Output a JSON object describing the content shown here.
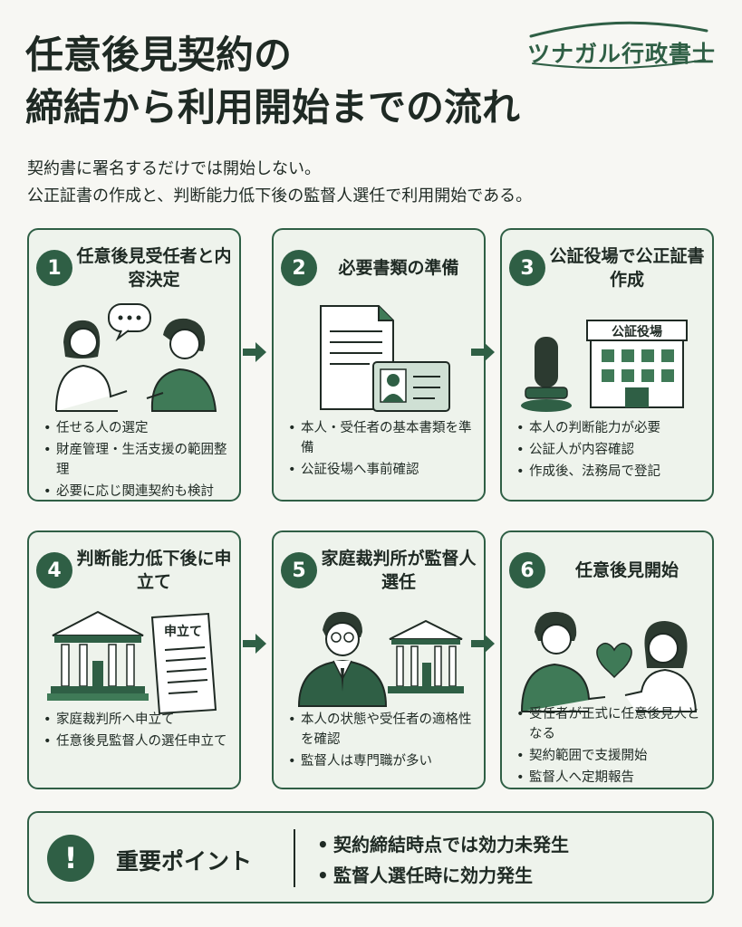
{
  "logo": "ツナガル行政書士",
  "title": [
    "任意後見契約の",
    "締結から利用開始までの流れ"
  ],
  "subtitle": [
    "契約書に署名するだけでは開始しない。",
    "公正証書の作成と、判断能力低下後の監督人選任で利用開始である。"
  ],
  "steps": [
    {
      "number": "1",
      "title": "任意後見受任者と内容決定",
      "icon": "two-people-talking",
      "bullets": [
        "任せる人の選定",
        "財産管理・生活支援の範囲整理",
        "必要に応じ関連契約も検討"
      ]
    },
    {
      "number": "2",
      "title": "必要書類の準備",
      "icon": "document-and-id-card",
      "bullets": [
        "本人・受任者の基本書類を準備",
        "公証役場へ事前確認"
      ]
    },
    {
      "number": "3",
      "title": "公証役場で公正証書作成",
      "icon": "notary-office-and-seal",
      "sign": "公証役場",
      "bullets": [
        "本人の判断能力が必要",
        "公証人が内容確認",
        "作成後、法務局で登記"
      ]
    },
    {
      "number": "4",
      "title": "判断能力低下後に申立て",
      "icon": "court-and-petition",
      "doc_label": "申立て",
      "bullets": [
        "家庭裁判所へ申立て",
        "任意後見監督人の選任申立て"
      ]
    },
    {
      "number": "5",
      "title": "家庭裁判所が監督人選任",
      "icon": "supervisor-and-court",
      "bullets": [
        "本人の状態や受任者の適格性を確認",
        "監督人は専門職が多い"
      ]
    },
    {
      "number": "6",
      "title": "任意後見開始",
      "icon": "people-sharing-heart",
      "bullets": [
        "受任者が正式に任意後見人となる",
        "契約範囲で支援開始",
        "監督人へ定期報告"
      ]
    }
  ],
  "key_points": {
    "icon": "!",
    "label": "重要ポイント",
    "items": [
      "契約締結時点では効力未発生",
      "監督人選任時に効力発生"
    ]
  },
  "colors": {
    "accent": "#2f5f45",
    "card_bg": "#eef3ec",
    "page_bg": "#f7f7f3"
  }
}
